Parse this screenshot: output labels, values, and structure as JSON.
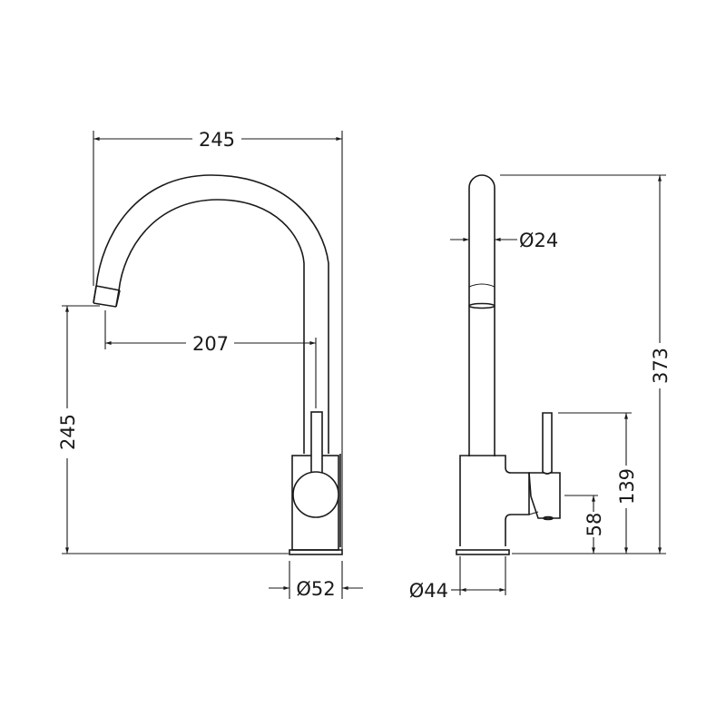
{
  "drawing": {
    "title": "Kitchen mixer tap technical drawing",
    "stroke_color": "#1a1a1a",
    "background": "#ffffff",
    "front_view": {
      "dimensions": {
        "overall_width": "245",
        "spout_reach": "207",
        "spout_height": "245",
        "base_diameter": "Ø52"
      }
    },
    "side_view": {
      "dimensions": {
        "spout_diameter": "Ø24",
        "overall_height": "373",
        "lever_height": "139",
        "lever_pivot_height": "58",
        "base_diameter": "Ø44"
      }
    }
  }
}
